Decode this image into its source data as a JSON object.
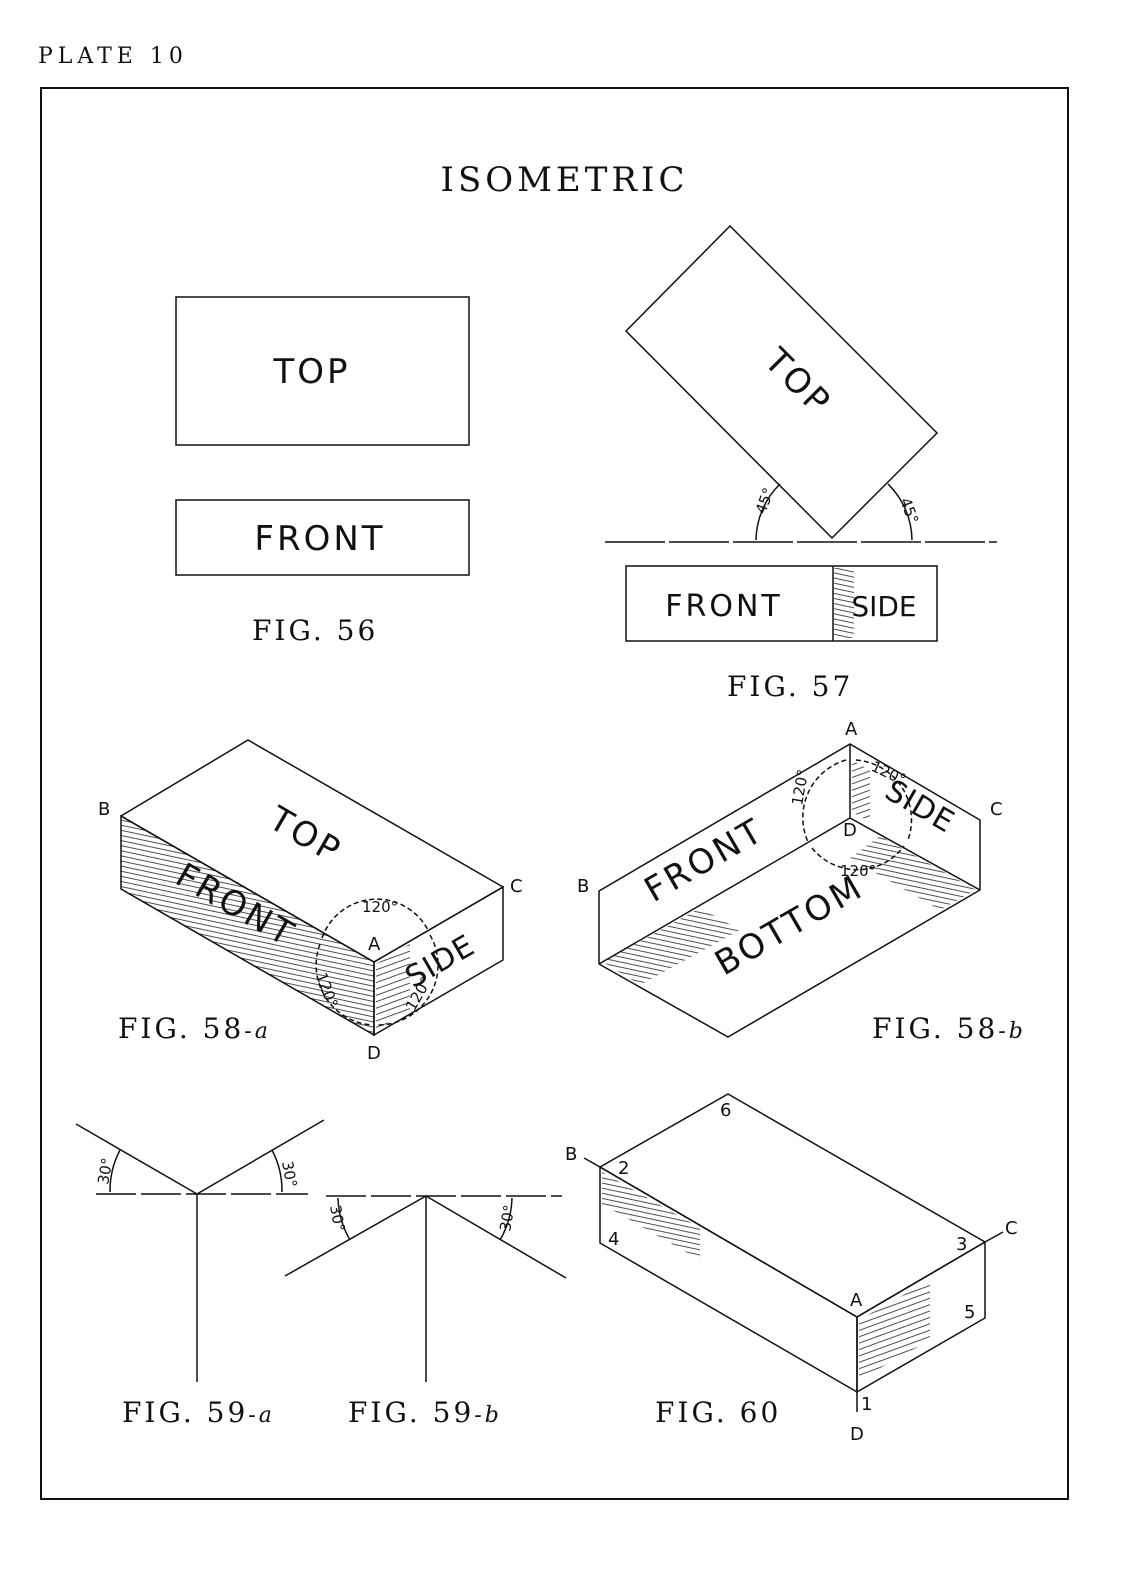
{
  "plate": "PLATE 10",
  "title": "ISOMETRIC",
  "captions": {
    "fig56": "FIG. 56",
    "fig57": "FIG. 57",
    "fig58a": "FIG. 58",
    "fig58a_suffix": "-a",
    "fig58b": "FIG. 58",
    "fig58b_suffix": "-b",
    "fig59a": "FIG. 59",
    "fig59a_suffix": "-a",
    "fig59b": "FIG. 59",
    "fig59b_suffix": "-b",
    "fig60": "FIG. 60"
  },
  "faces": {
    "top": "TOP",
    "front": "FRONT",
    "side": "SIDE",
    "bottom": "BOTTOM"
  },
  "angles": {
    "a45": "45°",
    "a120": "120°",
    "a30": "30°"
  },
  "points": {
    "A": "A",
    "B": "B",
    "C": "C",
    "D": "D",
    "n1": "1",
    "n2": "2",
    "n3": "3",
    "n4": "4",
    "n5": "5",
    "n6": "6"
  }
}
